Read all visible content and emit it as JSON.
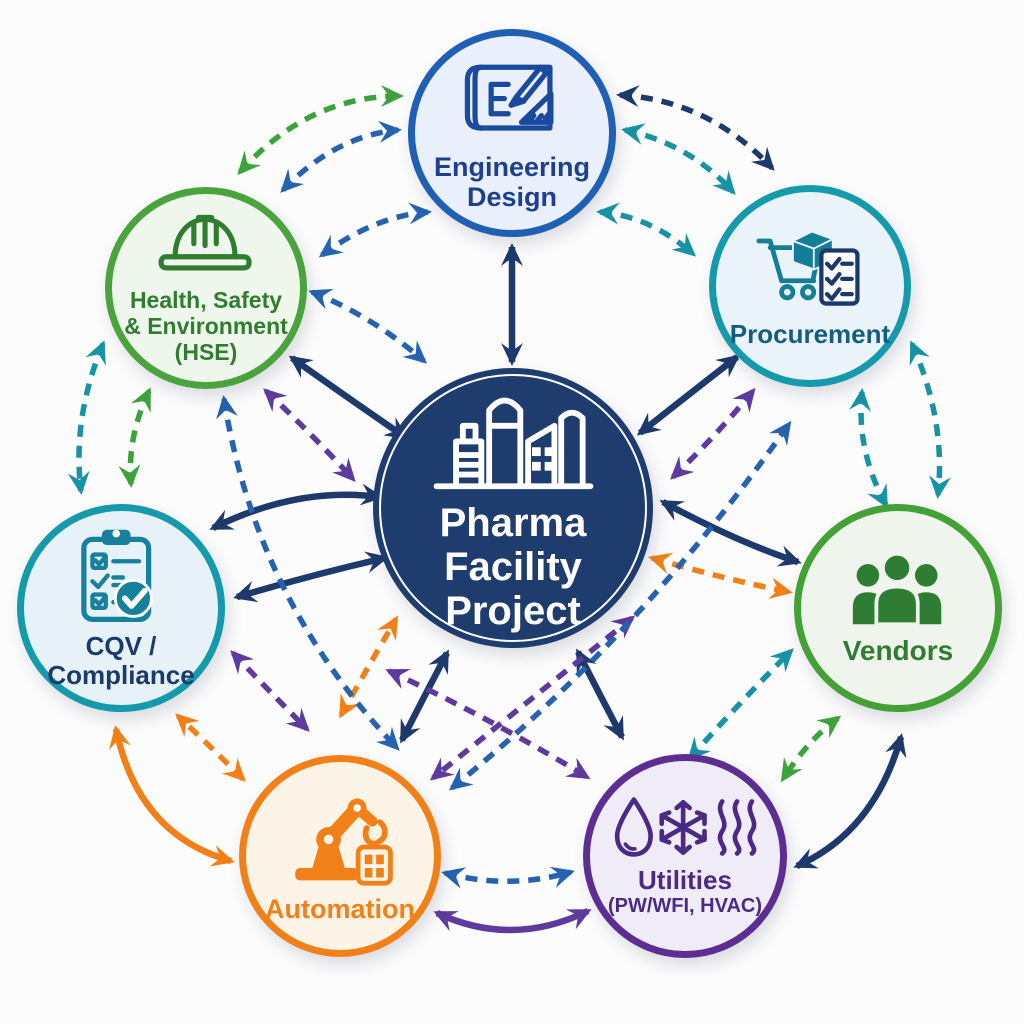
{
  "diagram": {
    "title": "Pharma Facility Project interfaces diagram",
    "background": "#fcfcfd",
    "colors": {
      "navy": "#1e3a6d",
      "blue": "#2563b0",
      "teal": "#1793a5",
      "green": "#3ba33a",
      "purple": "#5d3a9e",
      "orange": "#f28018"
    },
    "hub": {
      "id": "hub",
      "label_lines": [
        "Pharma",
        "Facility",
        "Project"
      ],
      "fill_color": "#1e3d6e",
      "text_color": "#ffffff",
      "icon": "factory-icon",
      "icon_color": "#ffffff"
    },
    "nodes": [
      {
        "id": "eng",
        "label_lines": [
          "Engineering",
          "Design"
        ],
        "border_color": "#2060b4",
        "fill_color": "#e9f0fb",
        "text_color": "#1e3f8f",
        "icon": "blueprint-pencil-icon",
        "icon_color": "#1a4a9e"
      },
      {
        "id": "hse",
        "label_lines": [
          "Health, Safety",
          "& Environment",
          "(HSE)"
        ],
        "border_color": "#4aa33c",
        "fill_color": "#eff6ec",
        "text_color": "#2f7d2f",
        "icon": "hard-hat-icon",
        "icon_color": "#2f7d2f"
      },
      {
        "id": "proc",
        "label_lines": [
          "Procurement"
        ],
        "border_color": "#149aaa",
        "fill_color": "#e9f3f9",
        "text_color": "#135e7e",
        "icon": "cart-checklist-icon",
        "icon_color": "#147e96",
        "icon_color2": "#1b3a6b"
      },
      {
        "id": "cqv",
        "label_lines": [
          "CQV /",
          "Compliance"
        ],
        "border_color": "#149aaa",
        "fill_color": "#e7f2f8",
        "text_color": "#1b3a6b",
        "icon": "clipboard-check-icon",
        "icon_color": "#17819b"
      },
      {
        "id": "vendors",
        "label_lines": [
          "Vendors"
        ],
        "border_color": "#43a135",
        "fill_color": "#eff5ec",
        "text_color": "#2f7d32",
        "icon": "people-icon",
        "icon_color": "#2f7d32"
      },
      {
        "id": "automation",
        "label_lines": [
          "Automation"
        ],
        "border_color": "#f28018",
        "fill_color": "#fdf4e8",
        "text_color": "#f28018",
        "icon": "robot-arm-icon",
        "icon_color": "#f28018"
      },
      {
        "id": "utilities",
        "label_lines": [
          "Utilities",
          "(PW/WFI, HVAC)"
        ],
        "border_color": "#5c2e91",
        "fill_color": "#efecf7",
        "text_color": "#4b2a85",
        "icon": "water-snowflake-steam-icon",
        "icon_color": "#4b2a85"
      }
    ],
    "connections": [
      {
        "id": "S1",
        "from": "hub",
        "to": "eng",
        "style": "solid",
        "color": "navy"
      },
      {
        "id": "S2",
        "from": "hub",
        "to": "hse",
        "style": "solid",
        "color": "navy"
      },
      {
        "id": "S3",
        "from": "hub",
        "to": "proc",
        "style": "solid",
        "color": "navy"
      },
      {
        "id": "S4a",
        "from": "cqv",
        "to": "hub",
        "style": "solid",
        "color": "navy"
      },
      {
        "id": "S4b",
        "from": "cqv",
        "to": "hub",
        "style": "solid",
        "color": "navy"
      },
      {
        "id": "S5",
        "from": "hub",
        "to": "vendors",
        "style": "solid",
        "color": "navy"
      },
      {
        "id": "S6",
        "from": "hub",
        "to": "automation",
        "style": "solid",
        "color": "navy"
      },
      {
        "id": "S7",
        "from": "hub",
        "to": "utilities",
        "style": "solid",
        "color": "navy"
      },
      {
        "id": "A1",
        "from": "hse",
        "to": "eng",
        "style": "dashed",
        "color": "green"
      },
      {
        "id": "A2",
        "from": "hse",
        "to": "eng",
        "style": "dashed",
        "color": "blue"
      },
      {
        "id": "A3",
        "from": "hse",
        "to": "eng",
        "style": "dashed",
        "color": "blue"
      },
      {
        "id": "A4",
        "from": "eng",
        "to": "proc",
        "style": "dashed",
        "color": "navy"
      },
      {
        "id": "A5",
        "from": "eng",
        "to": "proc",
        "style": "dashed",
        "color": "teal"
      },
      {
        "id": "A6",
        "from": "eng",
        "to": "proc",
        "style": "dashed",
        "color": "teal"
      },
      {
        "id": "A7",
        "from": "proc",
        "to": "vendors",
        "style": "dashed",
        "color": "teal"
      },
      {
        "id": "A8",
        "from": "proc",
        "to": "vendors",
        "style": "dashed",
        "color": "teal"
      },
      {
        "id": "A9",
        "from": "vendors",
        "to": "utilities",
        "style": "dashed",
        "color": "green"
      },
      {
        "id": "A10",
        "from": "vendors",
        "to": "utilities",
        "style": "solid",
        "color": "navy"
      },
      {
        "id": "A11",
        "from": "utilities",
        "to": "automation",
        "style": "dashed",
        "color": "blue"
      },
      {
        "id": "A12",
        "from": "utilities",
        "to": "automation",
        "style": "solid",
        "color": "purple"
      },
      {
        "id": "A13",
        "from": "automation",
        "to": "cqv",
        "style": "dashed",
        "color": "orange"
      },
      {
        "id": "A14",
        "from": "automation",
        "to": "cqv",
        "style": "solid",
        "color": "orange"
      },
      {
        "id": "A15",
        "from": "cqv",
        "to": "hse",
        "style": "dashed",
        "color": "teal"
      },
      {
        "id": "A16",
        "from": "cqv",
        "to": "hse",
        "style": "dashed",
        "color": "green"
      },
      {
        "id": "X1",
        "from": "hse",
        "to": "hub",
        "style": "dashed",
        "color": "blue"
      },
      {
        "id": "X2",
        "from": "hse",
        "to": "hub",
        "style": "dashed",
        "color": "purple"
      },
      {
        "id": "X3",
        "from": "hub",
        "to": "proc",
        "style": "dashed",
        "color": "purple"
      },
      {
        "id": "X4",
        "from": "hub",
        "to": "utilities",
        "style": "dashed",
        "color": "purple"
      },
      {
        "id": "X5",
        "from": "hub",
        "to": "automation",
        "style": "dashed",
        "color": "purple"
      },
      {
        "id": "X6",
        "from": "cqv",
        "to": "automation",
        "style": "dashed",
        "color": "purple"
      },
      {
        "id": "X7",
        "from": "hub",
        "to": "vendors",
        "style": "dashed",
        "color": "orange"
      },
      {
        "id": "X8",
        "from": "automation",
        "to": "hub",
        "style": "dashed",
        "color": "orange"
      },
      {
        "id": "X9",
        "from": "automation",
        "to": "proc",
        "style": "dashed",
        "color": "blue"
      },
      {
        "id": "X10",
        "from": "hse",
        "to": "automation",
        "style": "dashed",
        "color": "blue"
      },
      {
        "id": "X11",
        "from": "utilities",
        "to": "vendors",
        "style": "dashed",
        "color": "teal"
      }
    ]
  }
}
